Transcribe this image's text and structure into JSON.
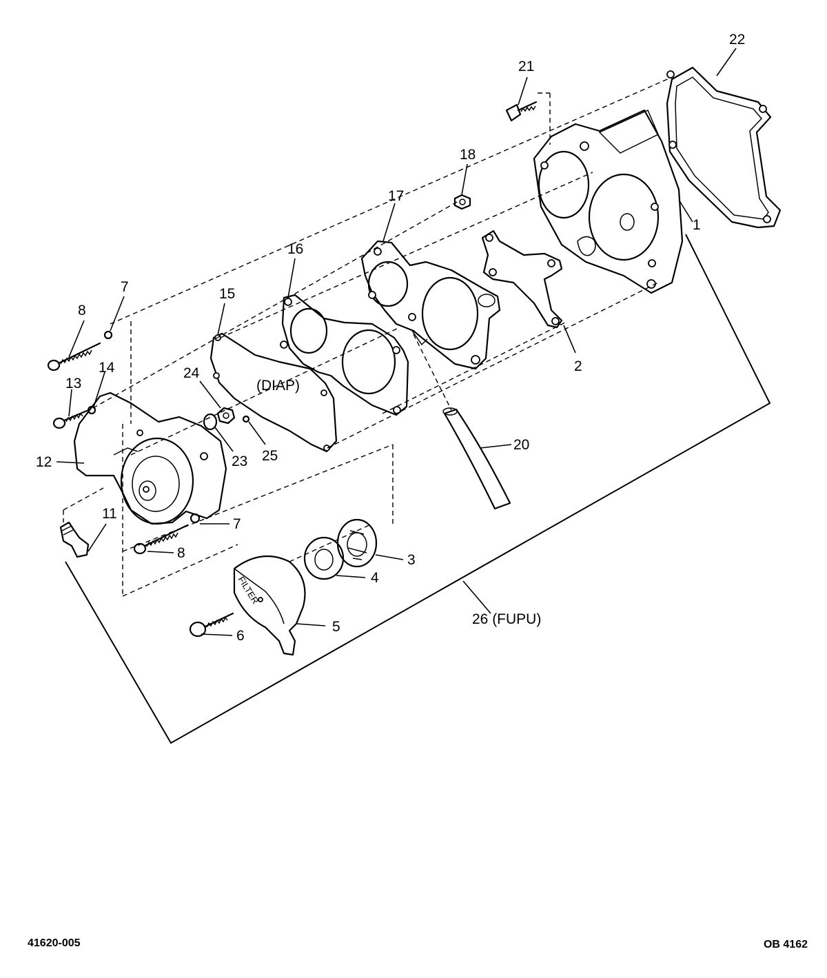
{
  "diagram": {
    "callouts": {
      "c1": "1",
      "c2": "2",
      "c3": "3",
      "c4": "4",
      "c5": "5",
      "c6": "6",
      "c7a": "7",
      "c7b": "7",
      "c8a": "8",
      "c8b": "8",
      "c11": "11",
      "c12": "12",
      "c13": "13",
      "c14": "14",
      "c15": "15",
      "c16": "16",
      "c17": "17",
      "c18": "18",
      "c20": "20",
      "c21": "21",
      "c22": "22",
      "c23": "23",
      "c24": "24",
      "c25": "25",
      "c26": "26 (FUPU)"
    },
    "part_texts": {
      "diaphragm": "(DIAP)",
      "filter": "FILTER"
    }
  },
  "footer": {
    "doc_number": "41620-005",
    "sheet_code": "OB 4162"
  }
}
